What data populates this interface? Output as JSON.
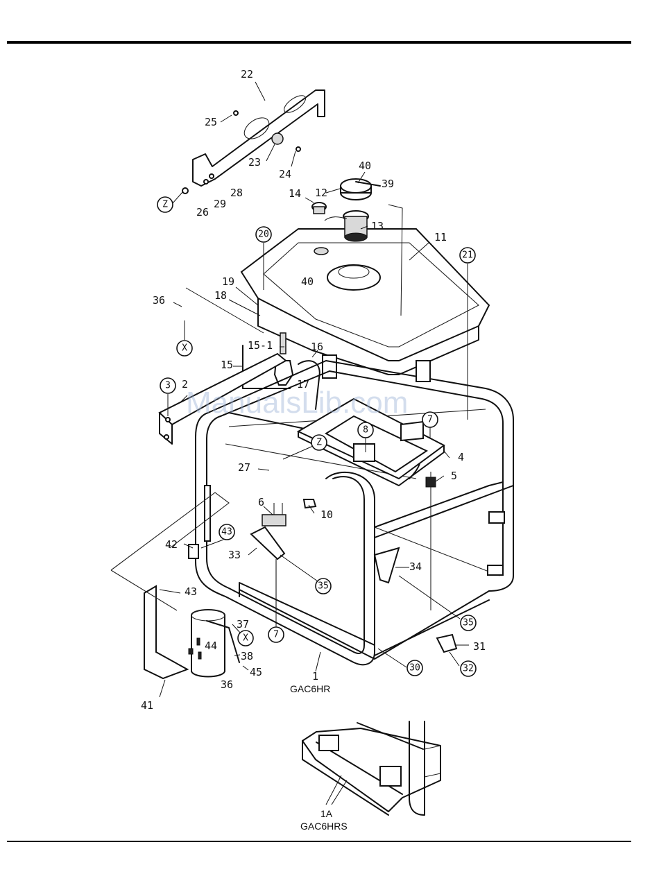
{
  "watermark": "ManualsLib.com",
  "callouts": [
    "22",
    "25",
    "23",
    "24",
    "28",
    "29",
    "26",
    "40",
    "39",
    "14",
    "12",
    "13",
    "11",
    "40",
    "19",
    "18",
    "36",
    "15-1",
    "16",
    "15",
    "2",
    "17",
    "27",
    "6",
    "10",
    "42",
    "33",
    "43",
    "34",
    "41",
    "44",
    "37",
    "38",
    "36",
    "45",
    "1",
    "30",
    "31",
    "32",
    "5",
    "4"
  ],
  "ref_markers": [
    "Z",
    "20",
    "21",
    "X",
    "3",
    "7",
    "Z",
    "8",
    "43",
    "35",
    "35",
    "7",
    "X",
    "30",
    "32"
  ],
  "models": {
    "main": {
      "ref": "1",
      "name": "GAC6HR"
    },
    "alt": {
      "ref": "1A",
      "name": "GAC6HRS"
    }
  }
}
